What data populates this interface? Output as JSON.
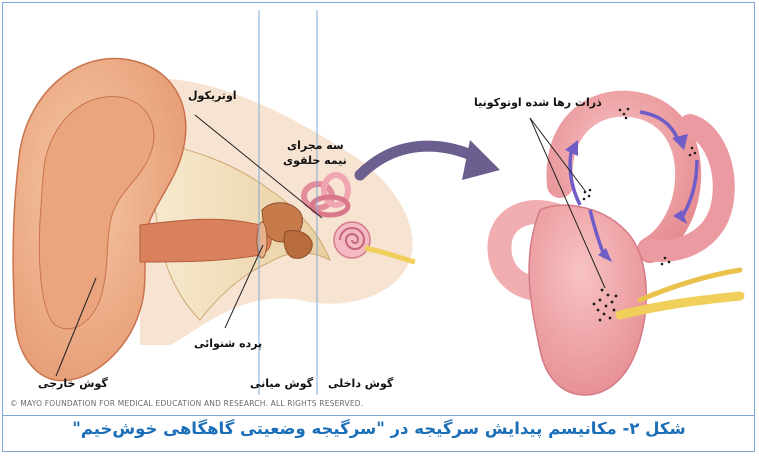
{
  "labels": {
    "auricle": "اوتریکول",
    "semicircular_canals_line1": "سه مجرای",
    "semicircular_canals_line2": "نیمه حلقوی",
    "otoconia": "ذرات رها شده اوتوکونیا",
    "eardrum": "پرده شنوائی",
    "outer_ear": "گوش خارجی",
    "middle_ear": "گوش میانی",
    "inner_ear": "گوش داخلی"
  },
  "copyright": "© MAYO FOUNDATION FOR MEDICAL EDUCATION AND RESEARCH. ALL RIGHTS RESERVED.",
  "caption": "شکل ۲- مکانیسم پیدایش سرگیجه در \"سرگیجه وضعیتی گاهگاهی خوش‌خیم\"",
  "colors": {
    "caption_text": "#1b6fb8",
    "frame": "#7fa9d6",
    "skin": "#f2b58f",
    "skin_dark": "#d98a63",
    "bone": "#f4e2b5",
    "labyrinth": "#f0a3a6",
    "labyrinth_dark": "#d9747c",
    "arrow_big": "#6c5f8f",
    "arrow_flow": "#6f5cc7",
    "nerve": "#f0cf5a"
  }
}
